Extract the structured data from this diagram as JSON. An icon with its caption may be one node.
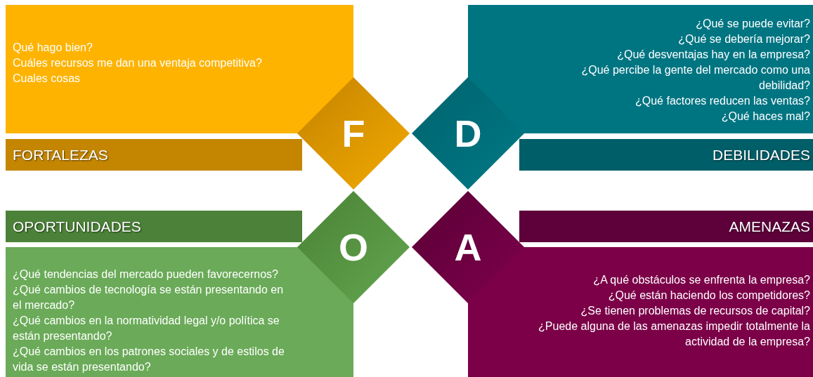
{
  "diagram": {
    "nodes": [
      {
        "text": [
          "Qué hago bien?",
          "Cuáles recursos me dan una ventaja competitiva?",
          "Cuales cosas"
        ]
      },
      {
        "text": [
          "FORTALEZAS"
        ]
      },
      {
        "text": [
          "F"
        ]
      },
      {
        "text": [
          "¿Qué se puede evitar?",
          "¿Qué se debería mejorar?",
          "¿Qué desventajas hay en la empresa?",
          "¿Qué percibe la gente del mercado como una debilidad?",
          "¿Qué factores reducen las ventas?",
          "¿Qué haces mal?"
        ]
      },
      {
        "text": [
          "DEBILIDADES"
        ]
      },
      {
        "text": [
          "D"
        ]
      },
      {
        "text": [
          "OPORTUNIDADES"
        ]
      },
      {
        "text": [
          "¿Qué tendencias del mercado pueden favorecernos?",
          "¿Qué cambios de tecnología se están presentando en el mercado?",
          "¿Qué cambios en la normatividad legal y/o política se están presentando?",
          "¿Qué cambios en los patrones sociales y de estilos de vida se están presentando?"
        ]
      },
      {
        "text": [
          "O"
        ]
      },
      {
        "text": [
          "AMENAZAS"
        ]
      },
      {
        "text": [
          "¿A qué obstáculos se enfrenta la empresa?",
          "¿Qué están haciendo los competidores?",
          "¿Se tienen problemas de recursos de capital?",
          "¿Puede alguna de las amenazas impedir totalmente la actividad de la empresa?"
        ]
      },
      {
        "text": [
          "A"
        ]
      }
    ]
  }
}
